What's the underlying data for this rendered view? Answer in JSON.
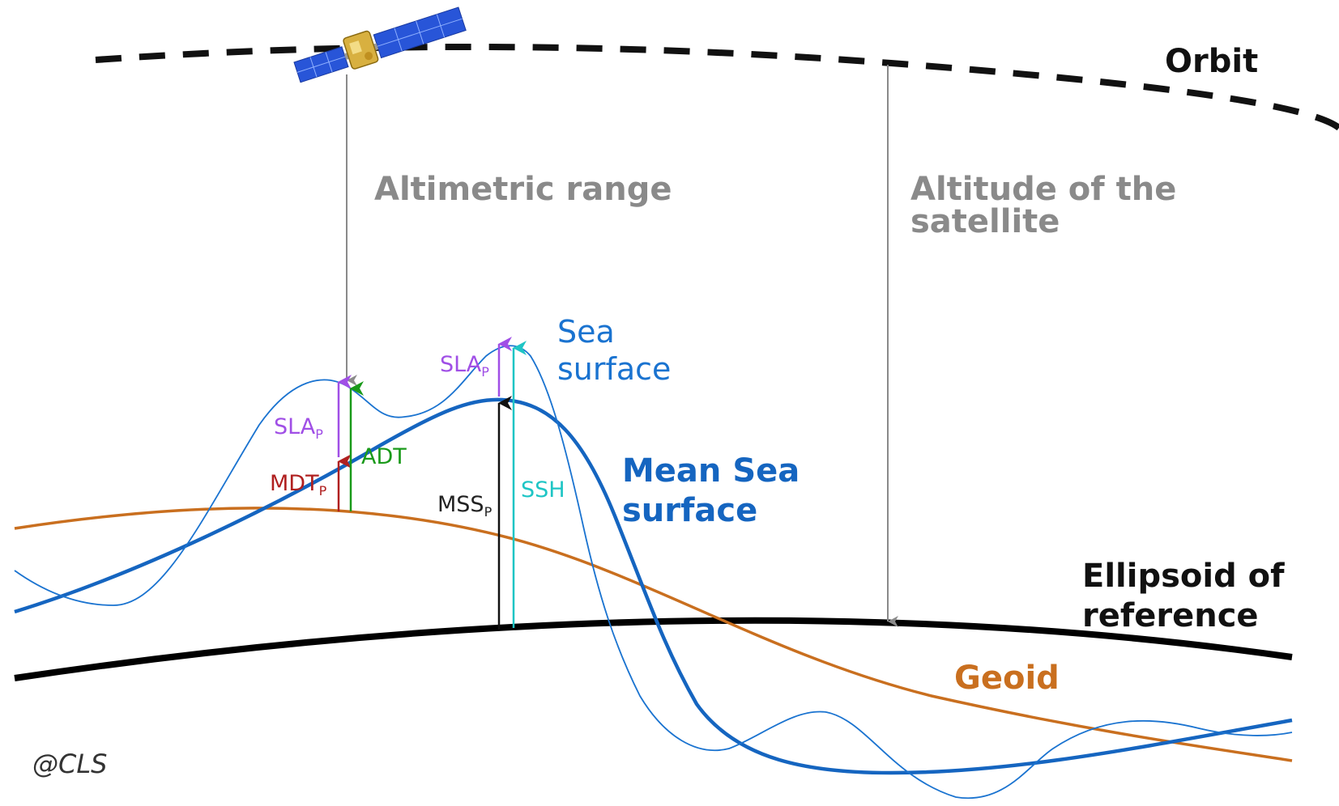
{
  "labels": {
    "orbit": "Orbit",
    "altimetric_range": "Altimetric range",
    "altitude_line1": "Altitude of the",
    "altitude_line2": "satellite",
    "sea_surface_line1": "Sea",
    "sea_surface_line2": "surface",
    "mean_sea_surface_line1": "Mean Sea",
    "mean_sea_surface_line2": "surface",
    "ellipsoid_line1": "Ellipsoid of",
    "ellipsoid_line2": "reference",
    "geoid": "Geoid",
    "sla_p_left": "SLA",
    "sla_p_left_sub": "P",
    "sla_p_right": "SLA",
    "sla_p_right_sub": "P",
    "mdt_p": "MDT",
    "mdt_p_sub": "P",
    "adt": "ADT",
    "mss_p": "MSS",
    "mss_p_sub": "P",
    "ssh": "SSH",
    "copyright": "@CLS"
  },
  "colors": {
    "orbit": "#111111",
    "range_arrows": "#8a8a8a",
    "sea_surface": "#1a73d0",
    "mean_sea_surface": "#1565c0",
    "ellipsoid": "#000000",
    "geoid": "#c96f1f",
    "sla": "#a04fe6",
    "mdt": "#b02020",
    "adt": "#1a9a1a",
    "mss": "#111111",
    "ssh": "#1ec5c5",
    "solar_panel": "#2855d8",
    "satellite_body": "#d8b040"
  },
  "icons": {
    "satellite": "satellite-icon"
  }
}
